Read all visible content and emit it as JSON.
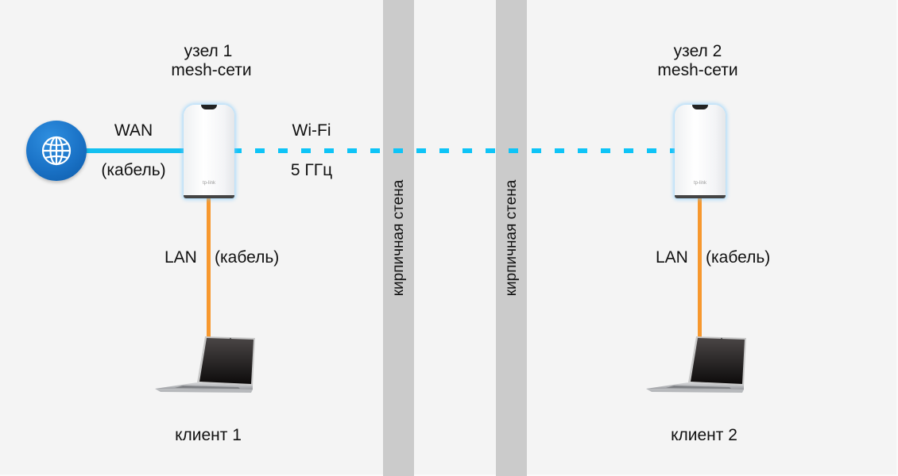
{
  "diagram": {
    "nodes": [
      {
        "title_line1": "узел 1",
        "title_line2": "mesh-сети",
        "brand": "tp-link"
      },
      {
        "title_line1": "узел 2",
        "title_line2": "mesh-сети",
        "brand": "tp-link"
      }
    ],
    "wan": {
      "label": "WAN",
      "sublabel": "(кабель)",
      "icon": "globe-icon"
    },
    "wifi": {
      "label": "Wi-Fi",
      "sublabel": "5 ГГц"
    },
    "walls": [
      {
        "label": "кирпичная стена"
      },
      {
        "label": "кирпичная стена"
      }
    ],
    "lan": [
      {
        "label": "LAN",
        "sublabel": "(кабель)"
      },
      {
        "label": "LAN",
        "sublabel": "(кабель)"
      }
    ],
    "clients": [
      {
        "label": "клиент 1",
        "icon": "laptop-icon"
      },
      {
        "label": "клиент 2",
        "icon": "laptop-icon"
      }
    ],
    "colors": {
      "background": "#f4f4f4",
      "wall": "#cbcbcb",
      "wan_cable": "#13c0f0",
      "wifi_link": "#0ec4f7",
      "lan_cable": "#f7982e",
      "globe": "#1a72c6"
    }
  }
}
